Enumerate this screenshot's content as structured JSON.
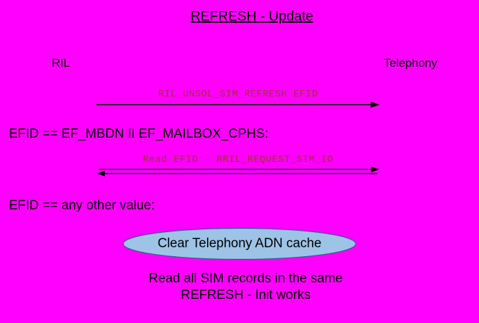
{
  "title": "REFRESH - Update",
  "actors": {
    "left": "RIL",
    "right": "Telephony"
  },
  "messages": [
    {
      "label": "RIL_UNSOL_SIM_REFRESH EFID",
      "direction": "right"
    },
    {
      "label": "Read EFID - RRIL_REQUEST_SIM_IO",
      "direction": "both"
    }
  ],
  "conditions": {
    "first": "EFID == EF_MBDN II EF_MAILBOX_CPHS:",
    "second": "EFID == any other value:"
  },
  "ellipse": {
    "label": "Clear Telephony ADN cache"
  },
  "note": {
    "line1": "Read all SIM records in the same",
    "line2": "REFRESH - Init works"
  },
  "colors": {
    "background": "#FF00FF",
    "ellipse_fill": "#9DC3E6",
    "ellipse_border": "#2E5B8F",
    "arrow_label": "#993333",
    "text": "#000000",
    "arrow": "#000000"
  }
}
